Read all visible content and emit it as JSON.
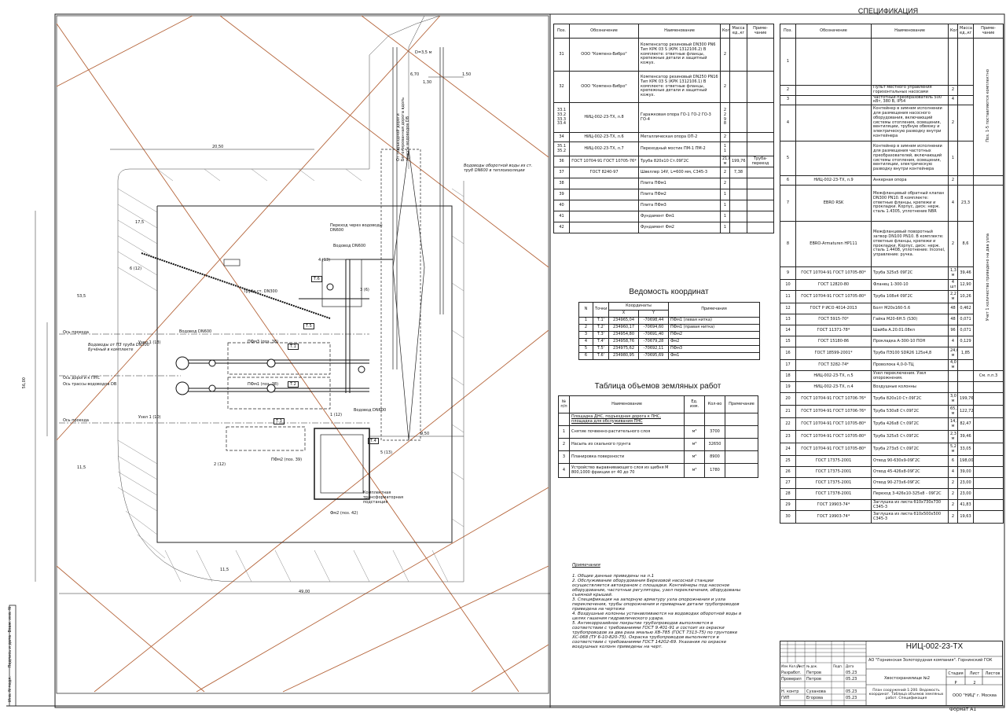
{
  "spec_title": "СПЕЦИФИКАЦИЯ",
  "spec_headers": {
    "pos": "Поз.",
    "oboz": "Обозначение",
    "name": "Наименование",
    "kol": "Кол.",
    "mass": "Масса ед.,кг",
    "prim": "Приме-чание"
  },
  "spec_left": [
    {
      "pos": "31",
      "oboz": "ООО \"Компенз-Вибро\"",
      "name": "Компенсатор резиновый DN300 PN6 Тип КРК 03 S (КРК 1312106.2) В комплекте: ответные фланцы, крепежные детали и защитный кожух.",
      "kol": "2",
      "mass": "",
      "prim": ""
    },
    {
      "pos": "32",
      "oboz": "ООО \"Компенз-Вибро\"",
      "name": "Компенсатор резиновый DN250 PN16 Тип КРК 03 S (КРК 1312106.1) В комплекте: ответные фланцы, крепежные детали и защитный кожух.",
      "kol": "2",
      "mass": "",
      "prim": ""
    },
    {
      "pos": "33.1 33.2 33.3 33.4",
      "oboz": "НИЦ-002-23-ТХ, л.8",
      "name": "Гаражковая опора ГО-1 ГО-2 ГО-3 ГО-4",
      "kol": "2 2 9 8",
      "mass": "",
      "prim": ""
    },
    {
      "pos": "34",
      "oboz": "НИЦ-002-23-ТХ, л.6",
      "name": "Металлическая опора ОП-2",
      "kol": "2",
      "mass": "",
      "prim": ""
    },
    {
      "pos": "35.1 35.2",
      "oboz": "НИЦ-002-23-ТХ, л.7",
      "name": "Переходный мостик ПМ-1 ПМ-2",
      "kol": "1 1",
      "mass": "",
      "prim": ""
    },
    {
      "pos": "36",
      "oboz": "ГОСТ 10704-91 ГОСТ 10705-76*",
      "name": "Труба 820х10 Ст.09Г2С",
      "kol": "21,00 м",
      "mass": "199,76",
      "prim": "Труба-переезд"
    },
    {
      "pos": "37",
      "oboz": "ГОСТ 8240-97",
      "name": "Швеллер 14У, L=600 мм, С345-3",
      "kol": "2",
      "mass": "7,38",
      "prim": ""
    },
    {
      "pos": "38",
      "oboz": "",
      "name": "Плита ПФм1",
      "kol": "2",
      "mass": "",
      "prim": ""
    },
    {
      "pos": "39",
      "oboz": "",
      "name": "Плита ПФм2",
      "kol": "1",
      "mass": "",
      "prim": ""
    },
    {
      "pos": "40",
      "oboz": "",
      "name": "Плита ПФм3",
      "kol": "1",
      "mass": "",
      "prim": ""
    },
    {
      "pos": "41",
      "oboz": "",
      "name": "Фундамент Фм1",
      "kol": "1",
      "mass": "",
      "prim": ""
    },
    {
      "pos": "42",
      "oboz": "",
      "name": "Фундамент Фм2",
      "kol": "1",
      "mass": "",
      "prim": ""
    }
  ],
  "spec_right": [
    {
      "pos": "1",
      "oboz": "",
      "name": "",
      "kol": "",
      "mass": ""
    },
    {
      "pos": "2",
      "oboz": "",
      "name": "Пульт местного управления горизонтальных насосами",
      "kol": "2",
      "mass": ""
    },
    {
      "pos": "3",
      "oboz": "",
      "name": "Частотный преобразователь 500 кВт, 380 В, IP54",
      "kol": "4",
      "mass": ""
    },
    {
      "pos": "4",
      "oboz": "",
      "name": "Контейнер в зимнем исполнении для размещения насосного оборудования, включающий системы отопления, освещения, вентиляции, трубную обвязку и электрическую разводку внутри контейнера",
      "kol": "2",
      "mass": ""
    },
    {
      "pos": "5",
      "oboz": "",
      "name": "Контейнер в зимнем исполнении для размещения частотных преобразователей, включающий системы отопления, освещения, вентиляции, электрическую разводку внутри контейнера",
      "kol": "1",
      "mass": ""
    },
    {
      "pos": "6",
      "oboz": "НИЦ-002-23-ТХ, л.9",
      "name": "Анкерная опора",
      "kol": "2",
      "mass": ""
    },
    {
      "pos": "7",
      "oboz": "EBRO RSK",
      "name": "Межфланцевый обратный клапан DN300 PN10. В комплекте: ответные фланцы, крепежи и прокладки. Корпус, диск: нерж. сталь 1.4305, уплотнение NBR",
      "kol": "4",
      "mass": "23,3"
    },
    {
      "pos": "8",
      "oboz": "EBRO-Armaturen HP111",
      "name": "Межфланцевый поворотный затвор DN100 PN10. В комплекте: ответные фланцы, крепежи и прокладки. Корпус, диск: нерж. сталь 1.4408, уплотнение: Inconel, управление: ручка.",
      "kol": "2",
      "mass": "8,6"
    },
    {
      "pos": "9",
      "oboz": "ГОСТ 10704-91 ГОСТ 10705-80*",
      "name": "Труба 325х5 09Г2С",
      "kol": "1,3 м",
      "mass": "39,46"
    },
    {
      "pos": "10",
      "oboz": "ГОСТ 12820-80",
      "name": "Фланец 1-300-10",
      "kol": "4 шт",
      "mass": "12,90"
    },
    {
      "pos": "11",
      "oboz": "ГОСТ 10704-91 ГОСТ 10705-80*",
      "name": "Труба 108х4 09Г2С",
      "kol": "2,2 м",
      "mass": "10,26"
    },
    {
      "pos": "12",
      "oboz": "ГОСТ Р ИСО 4014-2013",
      "name": "Болт М20х160-5.6",
      "kol": "48",
      "mass": "0,462"
    },
    {
      "pos": "13",
      "oboz": "ГОСТ 5915-70*",
      "name": "Гайка М20-6Н.5 (S30)",
      "kol": "48",
      "mass": "0,071"
    },
    {
      "pos": "14",
      "oboz": "ГОСТ 11371-78*",
      "name": "Шайба А.20.01.08кп",
      "kol": "96",
      "mass": "0,071"
    },
    {
      "pos": "15",
      "oboz": "ГОСТ 15180-86",
      "name": "Прокладка А-300-10 ПОН",
      "kol": "4",
      "mass": "0,129"
    },
    {
      "pos": "16",
      "oboz": "ГОСТ 18599-2001*",
      "name": "Труба ПЭ100 SDR26 125х4,8",
      "kol": "24,0 м",
      "mass": "1,85"
    },
    {
      "pos": "17",
      "oboz": "ГОСТ 3282-74*",
      "name": "Проволока 4,0-0-ТЦ",
      "kol": "4,0 м",
      "mass": ""
    },
    {
      "pos": "18",
      "oboz": "НИЦ-002-23-ТХ, л.5",
      "name": "Узел переключения. Узел опорожнения.",
      "kol": "",
      "mass": ""
    },
    {
      "pos": "19",
      "oboz": "НИЦ-002-23-ТХ, л.4",
      "name": "Воздушные колонны",
      "kol": "",
      "mass": ""
    },
    {
      "pos": "20",
      "oboz": "ГОСТ 10704-91 ГОСТ 10706-76*",
      "name": "Труба 820х10 Ст.09Г2С",
      "kol": "3,0 м",
      "mass": "199,76"
    },
    {
      "pos": "21",
      "oboz": "ГОСТ 10704-91 ГОСТ 10706-76*",
      "name": "Труба 530х8 Ст.09Г2С",
      "kol": "65,3 м",
      "mass": "122,72"
    },
    {
      "pos": "22",
      "oboz": "ГОСТ 10704-91 ГОСТ 10705-80*",
      "name": "Труба 426х8 Ст.09Г2С",
      "kol": "14,1 м",
      "mass": "82,47"
    },
    {
      "pos": "23",
      "oboz": "ГОСТ 10704-91 ГОСТ 10705-80*",
      "name": "Труба 325х5 Ст.09Г2С",
      "kol": "2,3 м",
      "mass": "39,46"
    },
    {
      "pos": "24",
      "oboz": "ГОСТ 10704-91 ГОСТ 10705-80*",
      "name": "Труба 273х5 Ст.09Г2С",
      "kol": "5,2 м",
      "mass": "33,05"
    },
    {
      "pos": "25",
      "oboz": "ГОСТ 17375-2001",
      "name": "Отвод 90-630х9-09Г2С",
      "kol": "6",
      "mass": "198,00"
    },
    {
      "pos": "26",
      "oboz": "ГОСТ 17375-2001",
      "name": "Отвод 45-426х8-09Г2С",
      "kol": "4",
      "mass": "39,00"
    },
    {
      "pos": "27",
      "oboz": "ГОСТ 17375-2001",
      "name": "Отвод 90-273х6-09Г2С",
      "kol": "2",
      "mass": "23,00"
    },
    {
      "pos": "28",
      "oboz": "ГОСТ 17378-2001",
      "name": "Переход 3-426х10-325х8 - 09Г2С",
      "kol": "2",
      "mass": "23,00"
    },
    {
      "pos": "29",
      "oboz": "ГОСТ 19903-74*",
      "name": "Заглушка из листа б10х730х730 С345-3",
      "kol": "2",
      "mass": "41,83"
    },
    {
      "pos": "30",
      "oboz": "ГОСТ 19903-74*",
      "name": "Заглушка из листа б10х500х500 С345-3",
      "kol": "2",
      "mass": "19,63"
    }
  ],
  "spec_right_notes": {
    "a": "Поз. 1-5 поставляются комплектно",
    "b": "Учет 1 количество приведено на два узла",
    "c": "См. п.п.3"
  },
  "coords": {
    "title": "Ведомость координат",
    "headers": {
      "n": "N",
      "point": "Точки",
      "coords": "Координаты",
      "x": "X",
      "y": "Y",
      "note": "Примечания"
    },
    "rows": [
      {
        "n": "1",
        "p": "Т.1'",
        "x": "234965,04",
        "y": "-70698,44",
        "note": "ПФм1 (левая нитка)"
      },
      {
        "n": "2",
        "p": "Т.2'",
        "x": "234960,17",
        "y": "-70694,60",
        "note": "ПФм1 (правая нитка)"
      },
      {
        "n": "3",
        "p": "Т.3'",
        "x": "234954,80",
        "y": "-70691,40",
        "note": "ПФм2"
      },
      {
        "n": "4",
        "p": "Т.4'",
        "x": "234958,76",
        "y": "-70679,28",
        "note": "Фм2"
      },
      {
        "n": "5",
        "p": "Т.5'",
        "x": "234975,62",
        "y": "-70692,11",
        "note": "ПФм3"
      },
      {
        "n": "6",
        "p": "Т.6'",
        "x": "234980,95",
        "y": "-70695,69",
        "note": "Фм1"
      }
    ]
  },
  "earth": {
    "title": "Таблица объемов земляных работ",
    "headers": {
      "n": "№ п/п",
      "name": "Наименование",
      "unit": "Ед. изм.",
      "qty": "Кол-во",
      "note": "Примечание"
    },
    "subheader": "Площадка ДНС, подъездная дорога к ПНС, площадка для обслуживания ПНС",
    "rows": [
      {
        "n": "1",
        "name": "Снятие почвенно-растительного слоя",
        "unit": "м³",
        "qty": "3700"
      },
      {
        "n": "2",
        "name": "Насыпь из скального грунта",
        "unit": "м³",
        "qty": "32650"
      },
      {
        "n": "3",
        "name": "Планировка поверхности",
        "unit": "м²",
        "qty": "8900"
      },
      {
        "n": "4",
        "name": "Устройство выравнивающего слоя из щебня М 800,1000 фракции от 40 до 70",
        "unit": "м³",
        "qty": "1780"
      }
    ]
  },
  "notes": {
    "title": "Примечания",
    "items": [
      "1. Общие данные приведены на л.1",
      "2. Обслуживание оборудования Березовой насосной станции осуществляется автокраном с площадки. Контейнеры под насосное оборудование, частотные регуляторы, узел переключения, оборудованы съемной крышей.",
      "3. Спецификация на запорную арматуру узла опорожнения и узла переключения, трубы опорожнения и приварные детали трубопроводов приведена на чертеже",
      "4. Воздушные колонны устанавливаются на водоводах оборотной воды в целях гашения гидравлического удара.",
      "5. Антикоррозийное покрытие трубопроводов выполняется в соответствии с требованиями ГОСТ 9.401-91 и состоит из окраски трубопроводов за два раза эмалью ХВ-785 (ГОСТ 7313-75) по грунтовке ХС-068 (ТУ 6-10-820-75). Окраска трубопроводов выполняется в соответствии с требованиями ГОСТ 14202-69. Указания по окраске воздушных колонн приведены на черт."
    ]
  },
  "stamp": {
    "code": "НИЦ-002-23-ТХ",
    "org": "АО \"Горнинская Золоторудная компания\". Горнинский ГОК",
    "object": "Хвостохранилище №2",
    "sheet_desc": "План сооружений 1:200. Ведомость координат. Таблица объемов земляных работ. Спецификация",
    "company": "ООО \"НИЦ\" г. Москва",
    "stage_h": "Стадия",
    "sheet_h": "Лист",
    "sheets_h": "Листов",
    "stage": "Р",
    "sheet": "2",
    "sheets": "",
    "hdr": [
      "Изм.",
      "Кол.уч",
      "Лист",
      "№ док.",
      "Подп.",
      "Дата"
    ],
    "people": [
      {
        "role": "Разработ.",
        "name": "Петров",
        "date": "05.23"
      },
      {
        "role": "Проверил",
        "name": "Петров",
        "date": "05.23"
      },
      {
        "role": "",
        "name": "",
        "date": ""
      },
      {
        "role": "Н. контр",
        "name": "Суханова",
        "date": "05.23"
      },
      {
        "role": "ГИП",
        "name": "Егорова",
        "date": "05.23"
      }
    ],
    "format": "Формат А1",
    "side": [
      "Инв. N подл.",
      "Подпись и дата",
      "Взам. инв. N"
    ]
  },
  "plan_labels": {
    "l1": "Водоводы оборотной воды из ст. труб DN600 в теплоизоляции",
    "l2": "Водоводы от ПЗ труба DN300 Бучёный в комплекте",
    "l3": "Ось дороги к ПНС",
    "l4": "Ось проезда",
    "l5": "Ось проезда",
    "l6": "Ось трассы водоводов DB",
    "l7": "Труба ст. DN300",
    "l8": "Переход через водоводы DN600",
    "l9": "Водовод DN600",
    "l10": "Водовод DN600",
    "l11": "Водовод DN600",
    "l12": "Комплектная трансформаторная подстанция",
    "l13": "Узел 1 (13)",
    "l14": "Узел 1 (10)",
    "l15": "Фм2 (поз. 42)",
    "l16": "ПФм3 (поз. 38)",
    "l17": "ПФм2 (поз. 39)",
    "l18": "ПФм1 (поз. 38)",
    "l19": "От подъездной дороги Бетонированная дорога вдоль трассы водоводов DB",
    "d1": "20,50",
    "d2": "49,00",
    "d3": "56,00",
    "d4": "9,50",
    "d5": "6,70",
    "d6": "1,50",
    "d7": "1,30",
    "d8": "11,5",
    "d9": "11,5",
    "d10": "53,5",
    "d11": "17,5",
    "d12": "D=3,5 м",
    "t1": "Т.1",
    "t2": "Т.2",
    "t3": "Т.3",
    "t4": "Т.4",
    "t5": "Т.5",
    "t6": "Т.6",
    "p1": "4 (13)",
    "p2": "5 (13)",
    "p3": "2 (12)",
    "p4": "6 (12)",
    "p5": "1 (12)",
    "p6": "3 (6)"
  }
}
